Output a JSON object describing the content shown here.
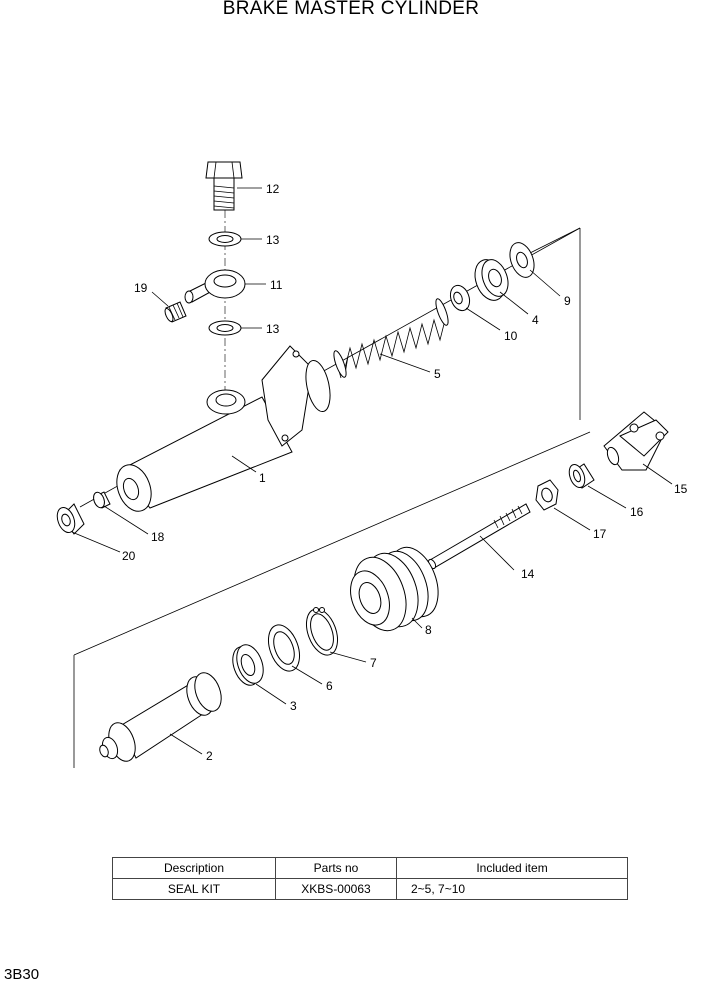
{
  "title": "BRAKE MASTER CYLINDER",
  "page_number": "3B30",
  "callouts": {
    "c1": "1",
    "c2": "2",
    "c3": "3",
    "c4": "4",
    "c5": "5",
    "c6": "6",
    "c7": "7",
    "c8": "8",
    "c9": "9",
    "c10": "10",
    "c11": "11",
    "c12": "12",
    "c13a": "13",
    "c13b": "13",
    "c14": "14",
    "c15": "15",
    "c16": "16",
    "c17": "17",
    "c18": "18",
    "c19": "19",
    "c20": "20"
  },
  "table": {
    "headers": [
      "Description",
      "Parts no",
      "Included item"
    ],
    "rows": [
      [
        "SEAL KIT",
        "XKBS-00063",
        "2~5, 7~10"
      ]
    ]
  }
}
